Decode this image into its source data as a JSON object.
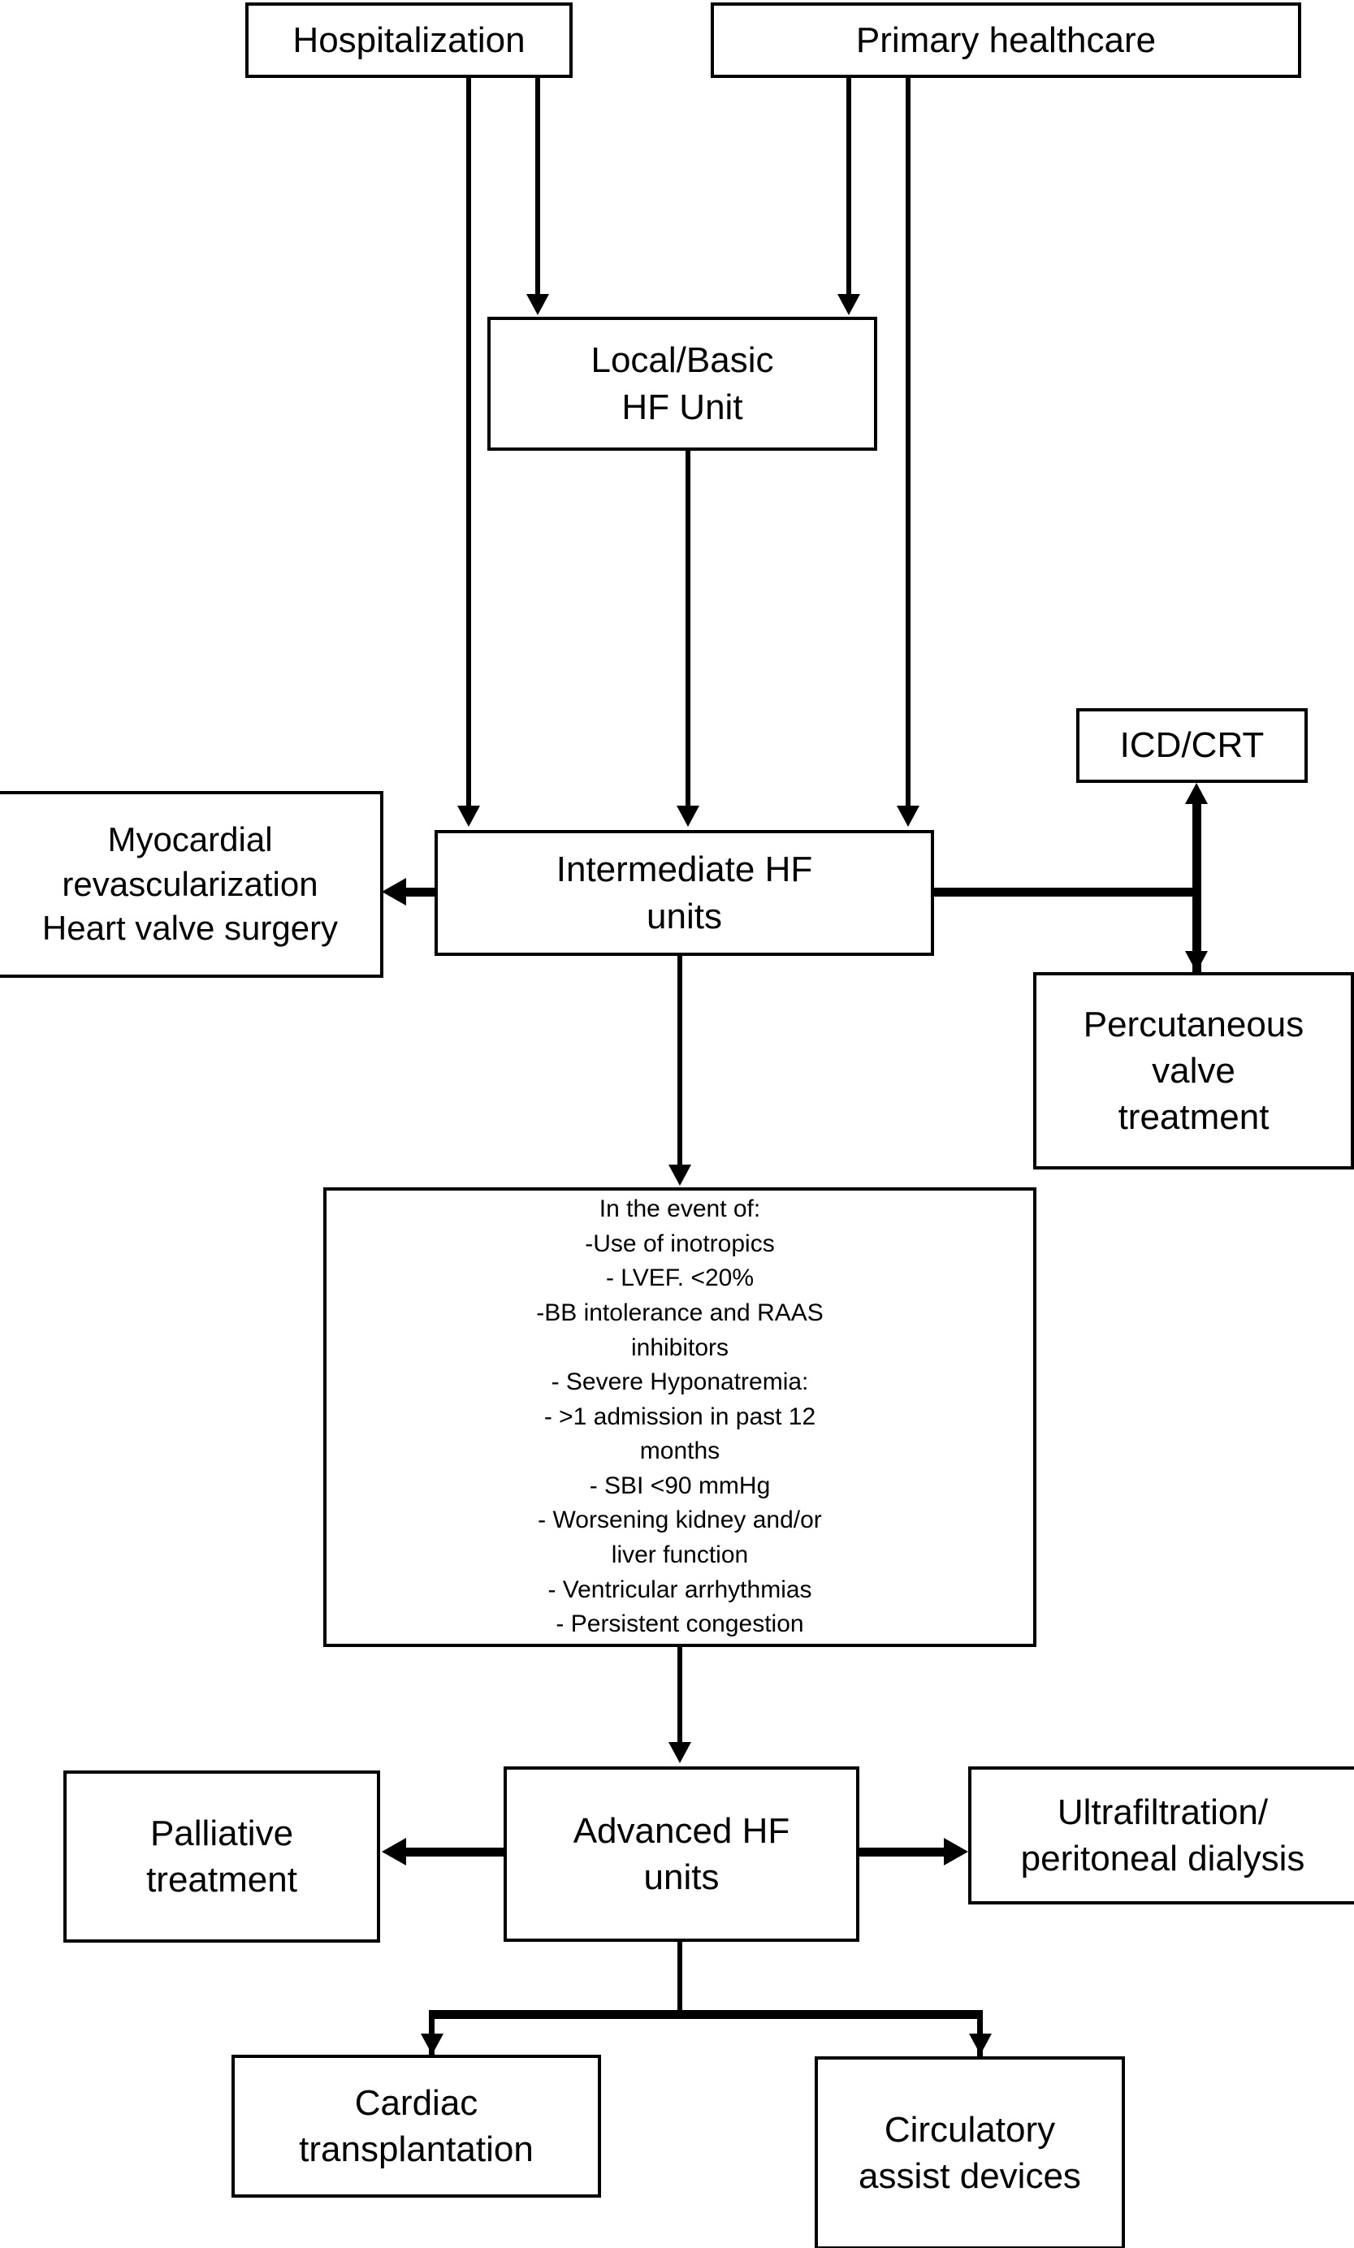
{
  "diagram": {
    "title": "Heart failure care pathway flowchart",
    "stroke_color": "#000000",
    "background_color": "#ffffff",
    "nodes": {
      "hospitalization": {
        "label": "Hospitalization"
      },
      "primary_healthcare": {
        "label": "Primary healthcare"
      },
      "local_basic_hf_unit": {
        "label": "Local/Basic\nHF Unit"
      },
      "icd_crt": {
        "label": "ICD/CRT"
      },
      "myocardial": {
        "label": "Myocardial\nrevascularization\nHeart valve surgery"
      },
      "intermediate_hf_units": {
        "label": "Intermediate HF\nunits"
      },
      "percutaneous_valve": {
        "label": "Percutaneous\nvalve\ntreatment"
      },
      "criteria": {
        "label": "In the event of:\n-Use of inotropics\n- LVEF. <20%\n-BB intolerance and RAAS\ninhibitors\n- Severe Hyponatremia:\n- >1 admission in past 12\nmonths\n- SBI <90 mmHg\n- Worsening kidney and/or\nliver function\n- Ventricular arrhythmias\n- Persistent congestion"
      },
      "palliative_treatment": {
        "label": "Palliative\ntreatment"
      },
      "advanced_hf_units": {
        "label": "Advanced HF\nunits"
      },
      "ultrafiltration": {
        "label": "Ultrafiltration/\nperitoneal dialysis"
      },
      "cardiac_transplantation": {
        "label": "Cardiac\ntransplantation"
      },
      "circulatory_assist_devices": {
        "label": "Circulatory\nassist devices"
      }
    },
    "criteria_items": [
      "In the event of:",
      "-Use of inotropics",
      "- LVEF. <20%",
      "-BB intolerance and RAAS inhibitors",
      "- Severe Hyponatremia:",
      "- >1 admission in past 12 months",
      "- SBI <90 mmHg",
      "- Worsening kidney and/or liver function",
      "- Ventricular arrhythmias",
      "- Persistent congestion"
    ],
    "edges": [
      {
        "from": "hospitalization",
        "to": "local_basic_hf_unit",
        "style": "arrow"
      },
      {
        "from": "hospitalization",
        "to": "intermediate_hf_units",
        "style": "arrow"
      },
      {
        "from": "primary_healthcare",
        "to": "local_basic_hf_unit",
        "style": "arrow"
      },
      {
        "from": "primary_healthcare",
        "to": "intermediate_hf_units",
        "style": "arrow"
      },
      {
        "from": "local_basic_hf_unit",
        "to": "intermediate_hf_units",
        "style": "arrow"
      },
      {
        "from": "intermediate_hf_units",
        "to": "myocardial",
        "style": "arrow"
      },
      {
        "from": "intermediate_hf_units",
        "to": "icd_crt",
        "style": "arrow"
      },
      {
        "from": "intermediate_hf_units",
        "to": "percutaneous_valve",
        "style": "arrow"
      },
      {
        "from": "intermediate_hf_units",
        "to": "criteria",
        "style": "arrow"
      },
      {
        "from": "criteria",
        "to": "advanced_hf_units",
        "style": "arrow"
      },
      {
        "from": "advanced_hf_units",
        "to": "palliative_treatment",
        "style": "arrow"
      },
      {
        "from": "advanced_hf_units",
        "to": "ultrafiltration",
        "style": "arrow"
      },
      {
        "from": "advanced_hf_units",
        "to": "cardiac_transplantation",
        "style": "arrow"
      },
      {
        "from": "advanced_hf_units",
        "to": "circulatory_assist_devices",
        "style": "arrow"
      }
    ]
  }
}
